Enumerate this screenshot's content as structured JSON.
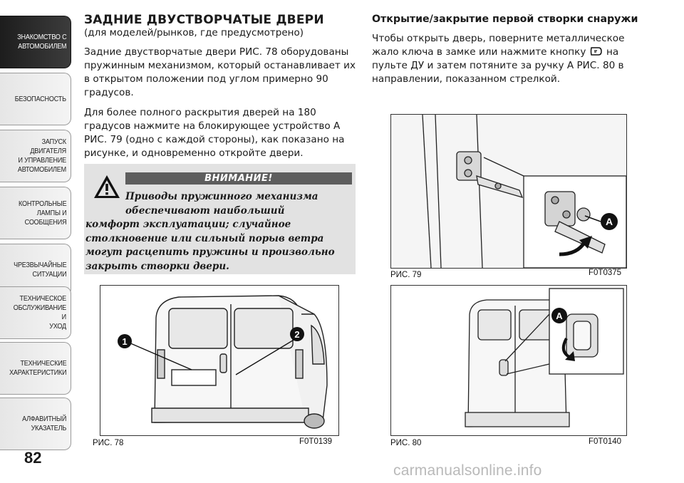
{
  "sidebar": {
    "tabs": [
      {
        "label": "ЗНАКОМСТВО С\nАВТОМОБИЛЕМ",
        "active": true
      },
      {
        "label": "БЕЗОПАСНОСТЬ",
        "active": false
      },
      {
        "label": "ЗАПУСК ДВИГАТЕЛЯ\nИ УПРАВЛЕНИЕ\nАВТОМОБИЛЕМ",
        "active": false
      },
      {
        "label": "КОНТРОЛЬНЫЕ\nЛАМПЫ И\nСООБЩЕНИЯ",
        "active": false
      },
      {
        "label": "ЧРЕЗВЫЧАЙНЫЕ\nСИТУАЦИИ",
        "active": false
      },
      {
        "label": "ТЕХНИЧЕСКОЕ\nОБСЛУЖИВАНИЕ И\nУХОД",
        "active": false
      },
      {
        "label": "ТЕХНИЧЕСКИЕ\nХАРАКТЕРИСТИКИ",
        "active": false
      },
      {
        "label": "АЛФАВИТНЫЙ\nУКАЗАТЕЛЬ",
        "active": false
      }
    ],
    "active_color": "#2a2a2a"
  },
  "page_number": "82",
  "left": {
    "title": "ЗАДНИЕ ДВУСТВОРЧАТЫЕ ДВЕРИ",
    "subtitle": "(для моделей/рынков, где предусмотрено)",
    "paragraph1": "Задние двустворчатые двери РИС. 78 оборудованы пружинным механизмом, который останавливает их в открытом положении под углом примерно 90 градусов.",
    "paragraph2": "Для более полного раскрытия дверей на 180 градусов нажмите на блокирующее устройство A РИС. 79 (одно с каждой стороны), как показано на рисунке, и одновременно откройте двери."
  },
  "warning": {
    "header": "ВНИМАНИЕ!",
    "text_indented": "Приводы пружинного механизма обеспечивают наибольший",
    "text_rest": "комфорт эксплуатации; случайное столкновение или сильный порыв ветра могут расцепить пружины и произвольно закрыть створки двери."
  },
  "right": {
    "heading": "Открытие/закрытие первой створки снаружи",
    "paragraph_a": "Чтобы открыть дверь, поверните металлическое жало ключа в замке или нажмите кнопку",
    "paragraph_b": "на пульте ДУ и затем потяните за ручку A РИС. 80 в направлении, показанном стрелкой."
  },
  "figures": {
    "fig78": {
      "caption": "РИС. 78",
      "code": "F0T0139",
      "callout1": "1",
      "callout2": "2"
    },
    "fig79": {
      "caption": "РИС. 79",
      "code": "F0T0375",
      "callout": "A"
    },
    "fig80": {
      "caption": "РИС. 80",
      "code": "F0T0140",
      "callout": "A"
    }
  },
  "watermark": "carmanualsonline.info"
}
